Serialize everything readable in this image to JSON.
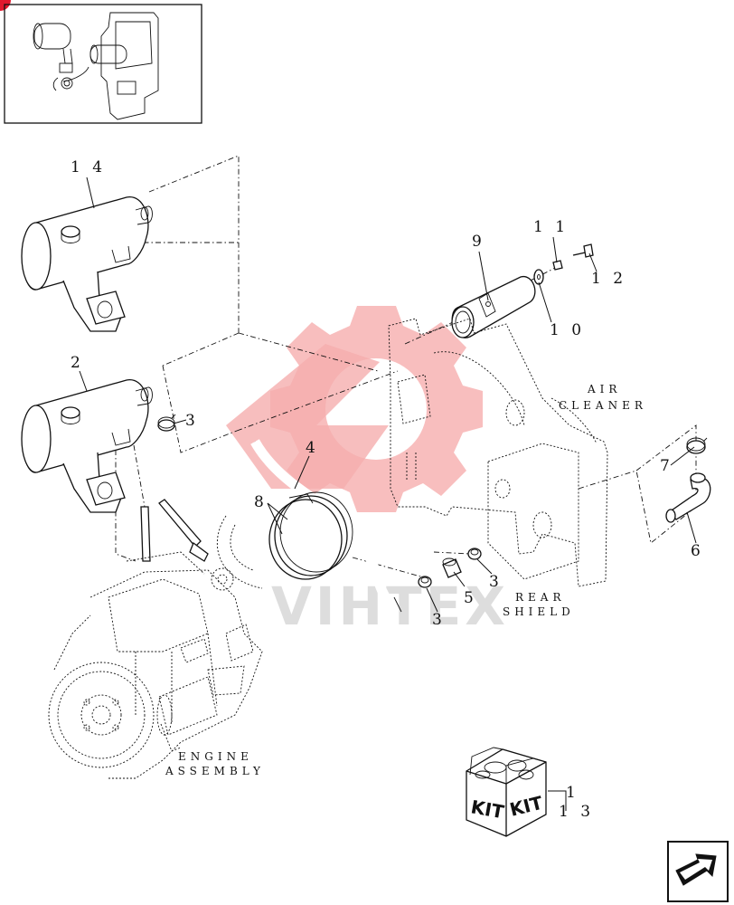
{
  "callouts": {
    "c1": "1",
    "c2": "2",
    "c3a": "3",
    "c3b": "3",
    "c3c": "3",
    "c4": "4",
    "c5": "5",
    "c6": "6",
    "c7": "7",
    "c8": "8",
    "c9": "9",
    "c10": "1 0",
    "c11": "1 1",
    "c12": "1 2",
    "c13": "1 3",
    "c14": "1 4"
  },
  "area_labels": {
    "air1": "AIR",
    "air2": "CLEANER",
    "rear1": "REAR",
    "rear2": "SHIELD",
    "eng1": "ENGINE",
    "eng2": "ASSEMBLY"
  },
  "kit": {
    "left": "KIT",
    "right": "KIT"
  },
  "watermark": "VIHTEX",
  "colors": {
    "line": "#111111",
    "watermark": "#f4a0a0",
    "badge": "#e0182d"
  },
  "icons": {
    "nav": "arrow-next-icon",
    "badge": "corner-badge-icon"
  }
}
